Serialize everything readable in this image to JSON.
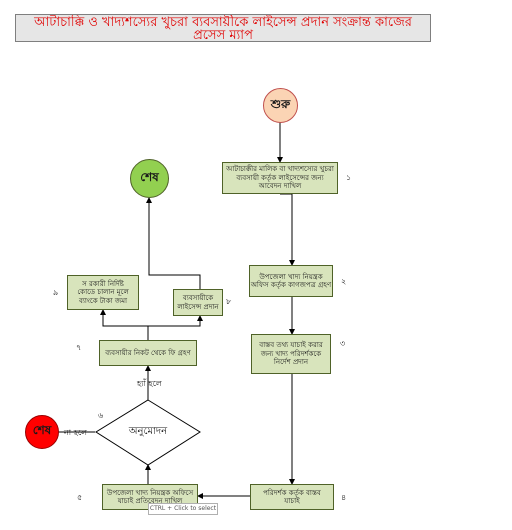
{
  "title": {
    "line1": "আটাচাক্কি ও খাদ্যশস্যের খুচরা ব্যবসায়ীকে লাইসেন্স প্রদান সংক্রান্ত কাজের",
    "line2": "প্রসেস ম্যাপ"
  },
  "nodes": {
    "start": {
      "label": "শুরু"
    },
    "end_success": {
      "label": "শেষ"
    },
    "end_reject": {
      "label": "শেষ"
    },
    "step1": {
      "line1": "আটাচাক্কীর মালিক বা খাদ্যশস্যের খুচরা",
      "line2": "ব্যবসায়ী কর্তৃক লাইসেন্সের জন্য",
      "line3": "আবেদন দাখিল",
      "num": "১"
    },
    "step2": {
      "line1": "উপজেলা খাদ্য নিয়ন্ত্রক",
      "line2": "অফিস কর্তৃক কাগজপত্র গ্রহণ",
      "num": "২"
    },
    "step3": {
      "line1": "বাস্তব তথ্য যাচাই করার",
      "line2": "জন্য খাদ্য পরিদর্শককে",
      "line3": "নির্দেশ প্রদান",
      "num": "৩"
    },
    "step4": {
      "line1": "পরিদর্শক কর্তৃক বাস্তব",
      "line2": "যাচাই",
      "num": "৪"
    },
    "step5": {
      "line1": "উপজেলা খাদ্য নিয়ন্ত্রক অফিসে",
      "line2": "যাচাই প্রতিবেদন দাখিল",
      "num": "৫"
    },
    "decision": {
      "label": "অনুমোদন",
      "num": "৬"
    },
    "step7": {
      "line1": "ব্যবসায়ীর নিকট থেকে ফি গ্রহণ",
      "num": "৭"
    },
    "step8": {
      "line1": "ব্যবসায়ীকে",
      "line2": "লাইসেন্স প্রদান",
      "num": "৮"
    },
    "step9": {
      "line1": "স রকারী নির্দিষ্ট",
      "line2": "কোডে চালান মূলে",
      "line3": "ব্যাংকে টাকা জমা",
      "num": "৯"
    }
  },
  "edge_labels": {
    "yes": "হ্যাঁ হলে",
    "no": "না হলে"
  },
  "tooltip": "CTRL + Click to select",
  "colors": {
    "box_fill": "#d8e4bc",
    "box_border": "#4f6228",
    "start_fill": "#fbd4b4",
    "end_fill": "#92d050",
    "reject_fill": "#ff0000",
    "title_text": "#e00000"
  }
}
